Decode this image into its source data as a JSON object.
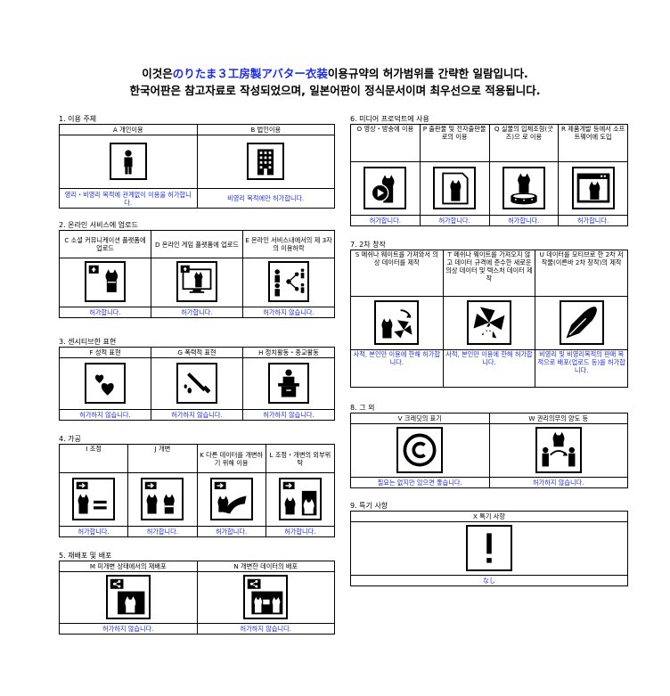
{
  "header": {
    "line1_pre": "이것은",
    "line1_highlight": "のりたま３工房製アバター衣装",
    "line1_post": "이용규약의 허가범위를 간략한 일람입니다.",
    "line2": "한국어판은 참고자료로 작성되었으며, 일본어판이 정식문서이며 최우선으로 적용됩니다."
  },
  "sections": {
    "s1": {
      "title": "1. 이용 주체",
      "items": [
        {
          "label": "A 개인이용",
          "icon": "person-icon",
          "note": "영리・비영리 목적에 관계없이 이용을 허가합니다."
        },
        {
          "label": "B 법인이용",
          "icon": "building-icon",
          "note": "비영리 목적에만 허가합니다."
        }
      ]
    },
    "s2": {
      "title": "2. 온라인 서비스에 업로드",
      "items": [
        {
          "label": "C 소셜 커뮤니케이션 플랫폼에 업로드",
          "icon": "upload-cat-icon",
          "note": "허가합니다."
        },
        {
          "label": "D 온라인 게임 플랫폼에 업로드",
          "icon": "upload-monitor-icon",
          "note": "허가합니다."
        },
        {
          "label": "E 온라인 서비스내에서의 제 3자의 이용허락",
          "icon": "share-users-icon",
          "note": "허가하지 않습니다."
        }
      ]
    },
    "s3": {
      "title": "3. 센시티브한 표현",
      "items": [
        {
          "label": "F 성적 표현",
          "icon": "hearts-icon",
          "note": "허가하지 않습니다."
        },
        {
          "label": "G 폭력적 표현",
          "icon": "knife-icon",
          "note": "허가하지 않습니다."
        },
        {
          "label": "H 정치활동・종교활동",
          "icon": "podium-icon",
          "note": "허가하지 않습니다."
        }
      ]
    },
    "s4": {
      "title": "4. 가공",
      "items": [
        {
          "label": "I 조정",
          "icon": "adjust-icon",
          "note": "허가합니다."
        },
        {
          "label": "J 개변",
          "icon": "modify-icon",
          "note": "허가합니다."
        },
        {
          "label": "K 다른 데이터를 개변하기 위해 이용",
          "icon": "transfer-icon",
          "note": "허가합니다."
        },
        {
          "label": "L 조정・개변의 외부위탁",
          "icon": "outsource-icon",
          "note": "허가합니다."
        }
      ]
    },
    "s5": {
      "title": "5. 재배포 및 배포",
      "items": [
        {
          "label": "M 미개변 상태에서의 재배포",
          "icon": "redistribute-icon",
          "note": "허가하지 않습니다."
        },
        {
          "label": "N 개변한 데이터의 배포",
          "icon": "distribute-modified-icon",
          "note": "허가하지 않습니다."
        }
      ]
    },
    "s6": {
      "title": "6. 미디어 프로덕트에 사용",
      "items": [
        {
          "label": "O 영상・방송에 이용",
          "icon": "video-icon",
          "note": "허가합니다."
        },
        {
          "label": "P 출판물 및 전자출판물로의 이용",
          "icon": "publication-icon",
          "note": "허가합니다."
        },
        {
          "label": "Q 실물의 입체조형(굿즈)으 로 이용",
          "icon": "figure-icon",
          "note": "허가합니다."
        },
        {
          "label": "R 제품개발 등에서 소프트웨어에 도입",
          "icon": "software-icon",
          "note": "허가합니다."
        }
      ]
    },
    "s7": {
      "title": "7. 2차 창작",
      "items": [
        {
          "label": "S 메쉬나 웨이트를 가져와서 의상 데이터를 제작",
          "icon": "mesh-cat-icon",
          "note": "사적, 본인만 이용에 한해 허가합니다."
        },
        {
          "label": "T 메쉬나 웨이트를 가져오지 않고 데이터 규격에 준수한 새로운 의상 데이터 및 텍스처 데이터 제작",
          "icon": "pinwheel-icon",
          "note": "사적, 본인만 이용에 한해 허가합니다."
        },
        {
          "label": "U 데이터를 모티브로 한 2차 저작물(이른바 2차 창작)의 제작",
          "icon": "pen-icon",
          "note": "비영리 및 비영리목적의 판매 목적으로 배포(업로드 등)를 허가합니다."
        }
      ]
    },
    "s8": {
      "title": "8. 그 외",
      "items": [
        {
          "label": "V 크레딧의 표기",
          "icon": "copyright-icon",
          "note": "필요는 없지만 있으면 좋습니다."
        },
        {
          "label": "W 권리의무의 양도 등",
          "icon": "transfer-rights-icon",
          "note": "허가하지 않습니다."
        }
      ]
    },
    "s9": {
      "title": "9. 특기 사항",
      "items": [
        {
          "label": "X 특기 사항",
          "icon": "exclamation-icon",
          "note": "なし"
        }
      ]
    }
  }
}
